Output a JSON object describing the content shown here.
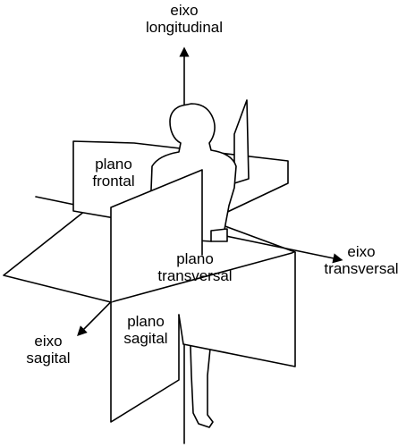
{
  "colors": {
    "line": "#000000",
    "fill": "#ffffff"
  },
  "labels": {
    "longitudinal_axis": {
      "line1": "eixo",
      "line2": "longitudinal"
    },
    "transverse_axis": {
      "line1": "eixo",
      "line2": "transversal"
    },
    "sagittal_axis": {
      "line1": "eixo",
      "line2": "sagital"
    },
    "frontal_plane": {
      "line1": "plano",
      "line2": "frontal"
    },
    "transverse_plane": {
      "line1": "plano",
      "line2": "transversal"
    },
    "sagittal_plane": {
      "line1": "plano",
      "line2": "sagital"
    }
  }
}
